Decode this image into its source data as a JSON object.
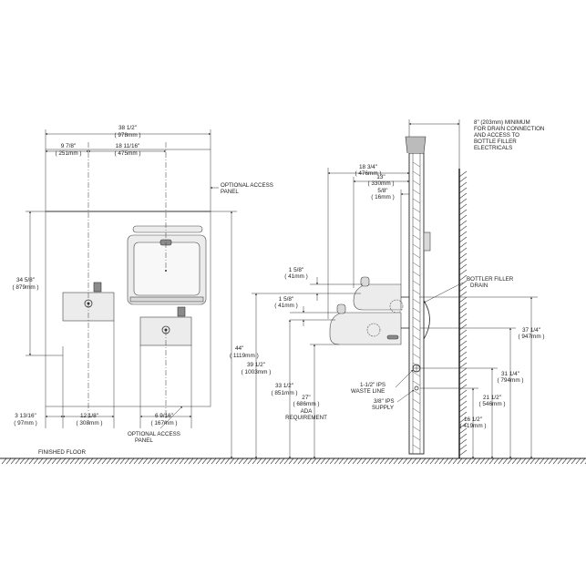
{
  "front": {
    "overall_width": {
      "imp": "38 1/2\"",
      "met": "( 978mm )"
    },
    "left_offset": {
      "imp": "9 7/8\"",
      "met": "( 251mm )"
    },
    "filler_width": {
      "imp": "18 11/16\"",
      "met": "( 475mm )"
    },
    "height_right": {
      "imp": "34 5/8\"",
      "met": "( 879mm )"
    },
    "optional_access_panel_top": "OPTIONAL ACCESS\nPANEL",
    "optional_access_panel_bottom": "OPTIONAL ACCESS\nPANEL",
    "overall_height": {
      "imp": "44\"",
      "met": "( 1119mm )"
    },
    "bottom_left": {
      "imp": "3 13/16\"",
      "met": "( 97mm )"
    },
    "bottom_mid": {
      "imp": "12 1/8\"",
      "met": "( 308mm )"
    },
    "bottom_right": {
      "imp": "6 9/16\"",
      "met": "( 167mm )"
    },
    "finished_floor": "FINISHED FLOOR"
  },
  "side": {
    "wall_note": "8\" (203mm) MINIMUM\nFOR DRAIN CONNECTION\nAND ACCESS TO\nBOTTLE FILLER\nELECTRICALS",
    "depth_total": {
      "imp": "18 3/4\"",
      "met": "( 476mm )"
    },
    "depth_13": {
      "imp": "13\"",
      "met": "( 330mm )"
    },
    "depth_58": {
      "imp": "5/8\"",
      "met": "( 16mm )"
    },
    "upper_158": {
      "imp": "1 5/8\"",
      "met": "( 41mm )"
    },
    "lower_158": {
      "imp": "1 5/8\"",
      "met": "( 41mm )"
    },
    "bottle_filler_drain": "BOTTLER FILLER\nDRAIN",
    "h_39": {
      "imp": "39 1/2\"",
      "met": "( 1003mm )"
    },
    "h_33": {
      "imp": "33 1/2\"",
      "met": "( 851mm )"
    },
    "h_27": {
      "imp": "27\"",
      "met": "( 686mm )"
    },
    "ada_requirement": "ADA\nREQUIREMENT",
    "waste_line": "1-1/2\" IPS\nWASTE LINE",
    "supply": "3/8\" IPS\nSUPPLY",
    "h_37": {
      "imp": "37 1/4\"",
      "met": "( 947mm )"
    },
    "h_31": {
      "imp": "31 1/4\"",
      "met": "( 794mm )"
    },
    "h_21": {
      "imp": "21 1/2\"",
      "met": "( 546mm )"
    },
    "h_16": {
      "imp": "16 1/2\"",
      "met": "( 419mm )"
    }
  }
}
